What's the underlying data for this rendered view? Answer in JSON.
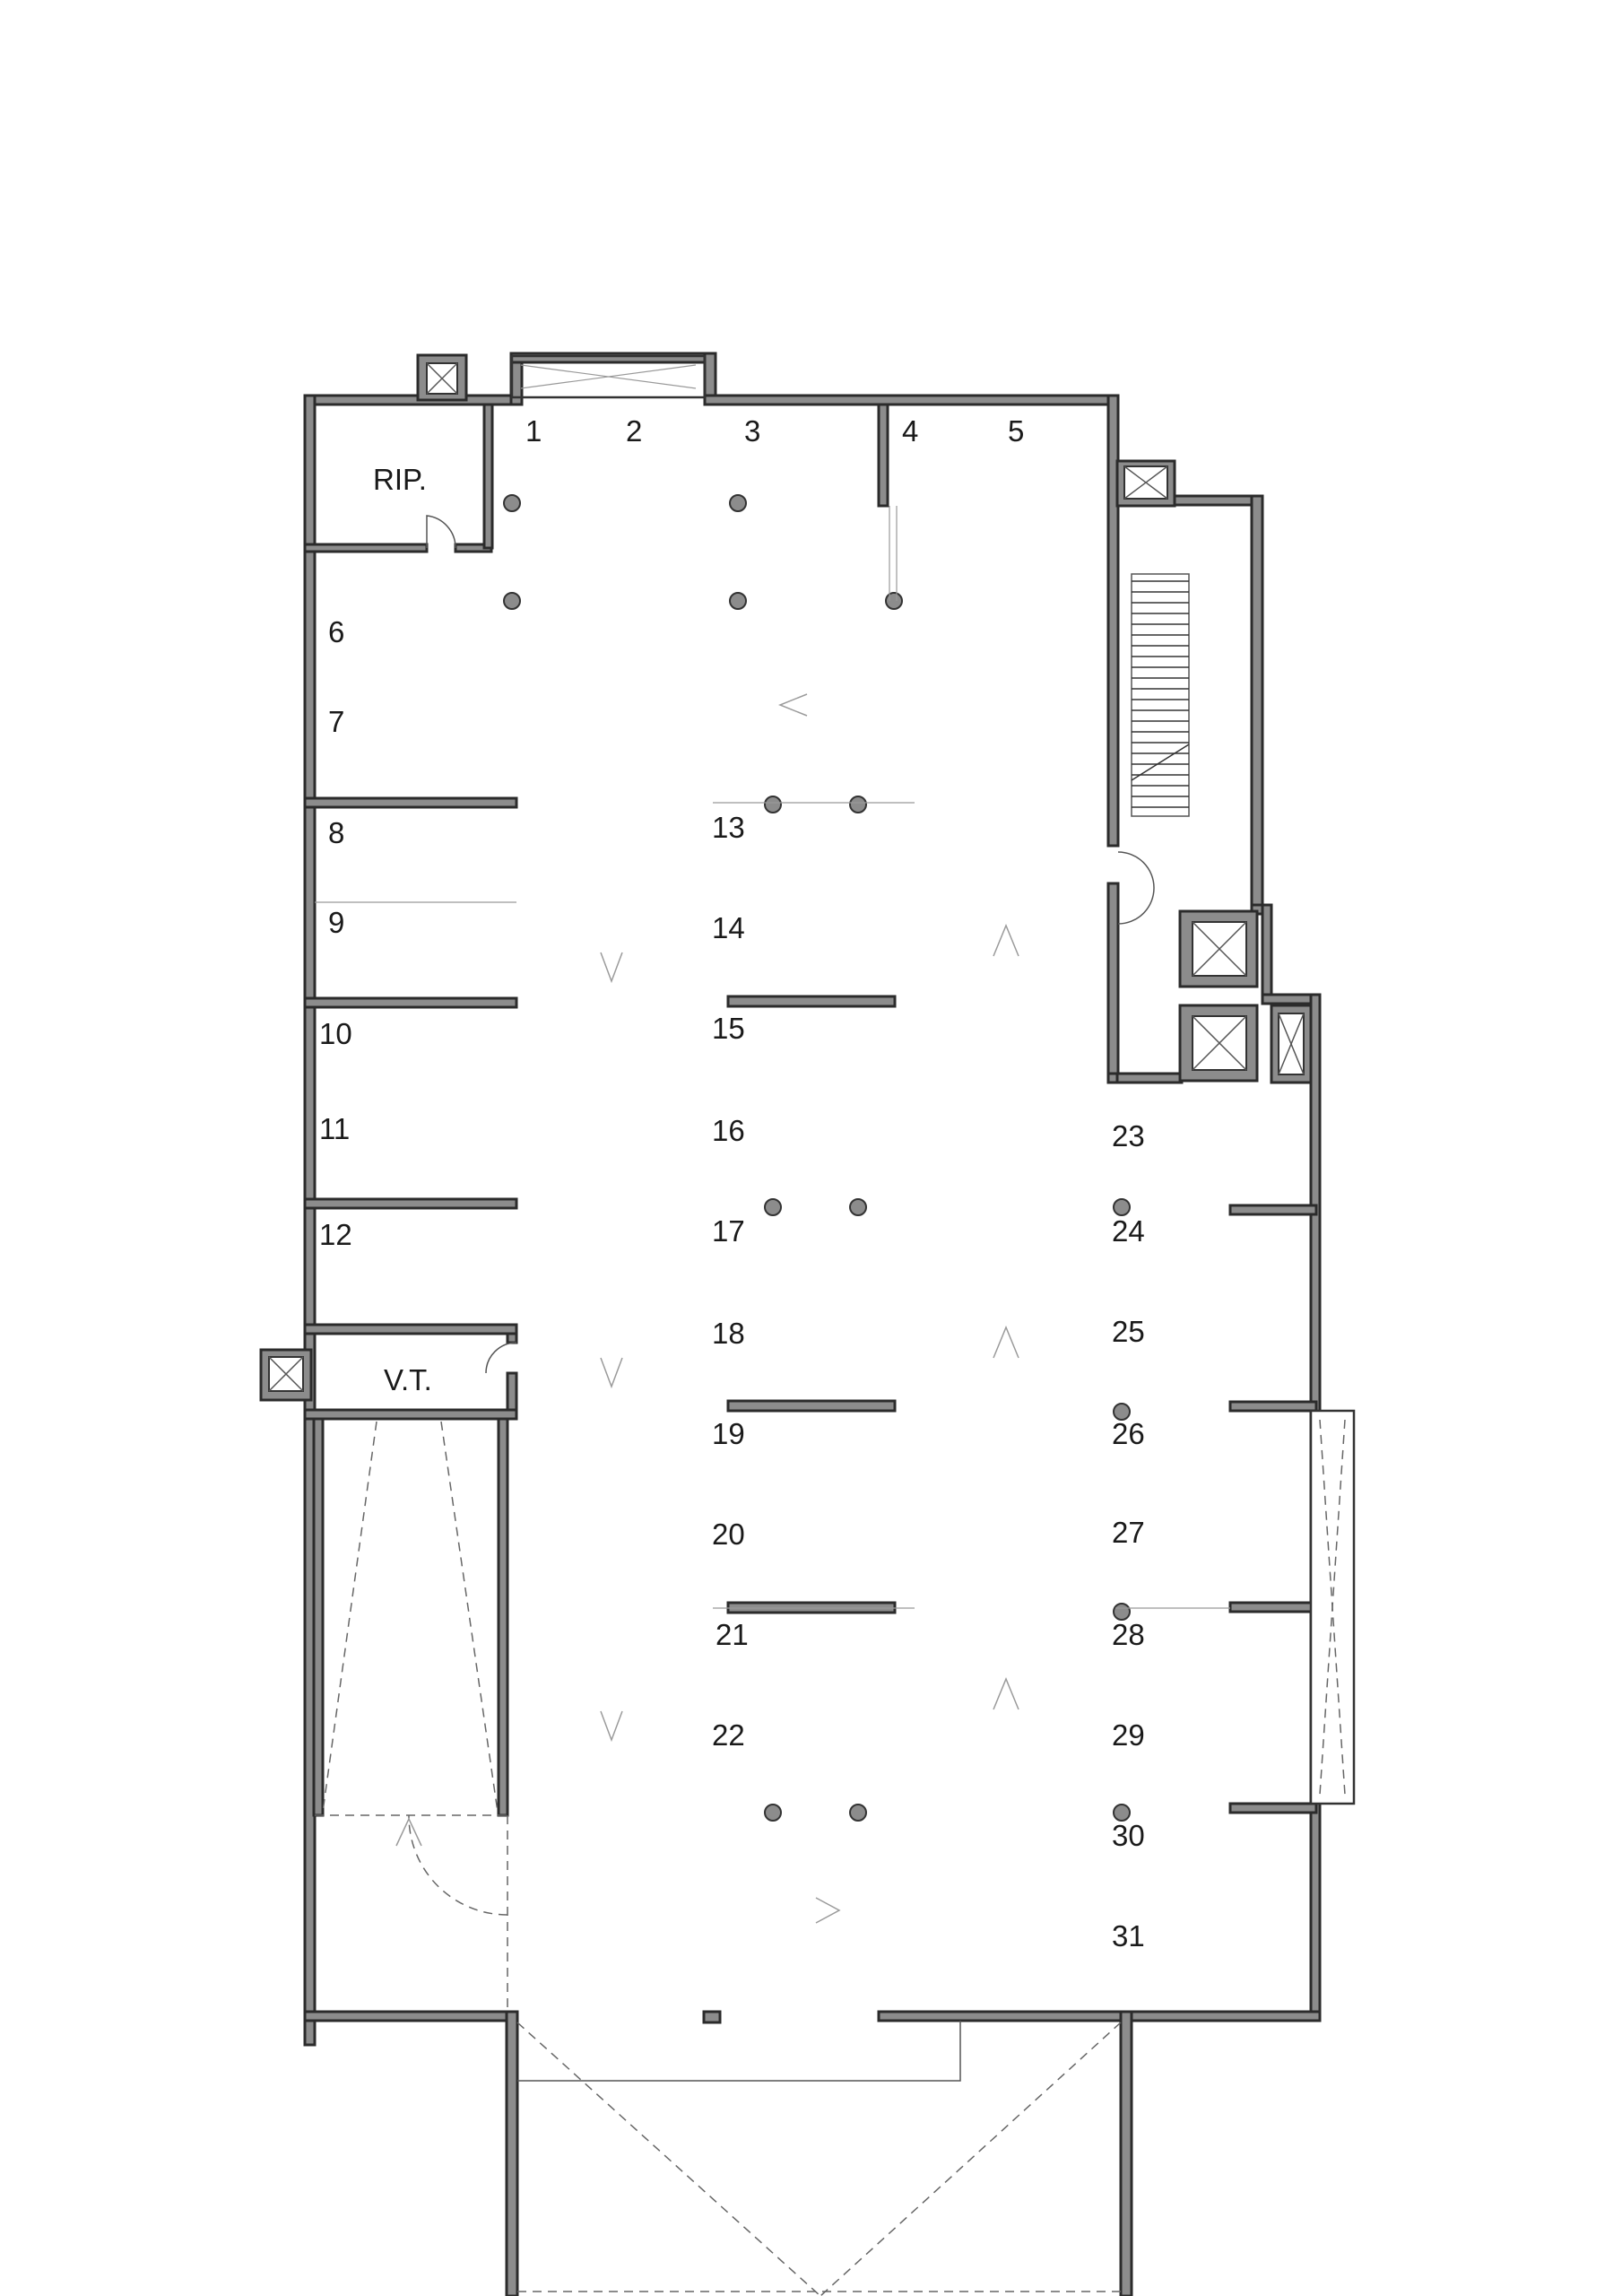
{
  "rooms": {
    "rip": "RIP.",
    "vt": "V.T."
  },
  "spaces": [
    "1",
    "2",
    "3",
    "4",
    "5",
    "6",
    "7",
    "8",
    "9",
    "10",
    "11",
    "12",
    "13",
    "14",
    "15",
    "16",
    "17",
    "18",
    "19",
    "20",
    "21",
    "22",
    "23",
    "24",
    "25",
    "26",
    "27",
    "28",
    "29",
    "30",
    "31"
  ],
  "colors": {
    "wall_fill": "#8c8c8c",
    "wall_stroke": "#2b2b2b",
    "background": "#ffffff"
  }
}
